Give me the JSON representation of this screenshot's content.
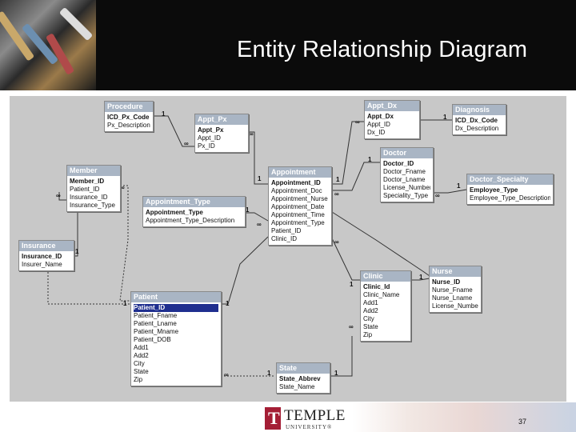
{
  "slide": {
    "title": "Entity Relationship Diagram",
    "page_number": "37"
  },
  "branding": {
    "university": "TEMPLE",
    "university_sub": "UNIVERSITY®",
    "logo_letter": "T",
    "logo_color": "#a41e35"
  },
  "colors": {
    "header_bg": "#0b0b0b",
    "canvas_bg": "#c8c8c8",
    "table_header": "#a9b5c4",
    "selection": "#1f2f8f"
  },
  "tables": {
    "procedure": {
      "name": "Procedure",
      "fields": [
        "ICD_Px_Code",
        "Px_Description"
      ]
    },
    "appt_px": {
      "name": "Appt_Px",
      "fields": [
        "Appt_Px",
        "Appt_ID",
        "Px_ID"
      ]
    },
    "appt_dx": {
      "name": "Appt_Dx",
      "fields": [
        "Appt_Dx",
        "Appt_ID",
        "Dx_ID"
      ]
    },
    "diagnosis": {
      "name": "Diagnosis",
      "fields": [
        "ICD_Dx_Code",
        "Dx_Description"
      ]
    },
    "member": {
      "name": "Member",
      "fields": [
        "Member_ID",
        "Patient_ID",
        "Insurance_ID",
        "Insurance_Type"
      ]
    },
    "appointment": {
      "name": "Appointment",
      "fields": [
        "Appointment_ID",
        "Appointment_Doc",
        "Appointment_Nurse",
        "Appointment_Date",
        "Appointment_Time",
        "Appointment_Type",
        "Patient_ID",
        "Clinic_ID"
      ]
    },
    "doctor": {
      "name": "Doctor",
      "fields": [
        "Doctor_ID",
        "Doctor_Fname",
        "Doctor_Lname",
        "License_Number",
        "Speciality_Type"
      ]
    },
    "doctor_specialty": {
      "name": "Doctor_Specialty",
      "fields": [
        "Employee_Type",
        "Employee_Type_Description"
      ]
    },
    "appointment_type": {
      "name": "Appointment_Type",
      "fields": [
        "Appointment_Type",
        "Appointment_Type_Description"
      ]
    },
    "insurance": {
      "name": "Insurance",
      "fields": [
        "Insurance_ID",
        "Insurer_Name"
      ]
    },
    "nurse": {
      "name": "Nurse",
      "fields": [
        "Nurse_ID",
        "Nurse_Fname",
        "Nurse_Lname",
        "License_Number"
      ]
    },
    "clinic": {
      "name": "Clinic",
      "fields": [
        "Clinic_Id",
        "Clinic_Name",
        "Add1",
        "Add2",
        "City",
        "State",
        "Zip"
      ]
    },
    "patient": {
      "name": "Patient",
      "fields": [
        "Patient_ID",
        "Patient_Fname",
        "Patient_Lname",
        "Patient_Mname",
        "Patient_DOB",
        "Add1",
        "Add2",
        "City",
        "State",
        "Zip"
      ]
    },
    "state": {
      "name": "State",
      "fields": [
        "State_Abbrev",
        "State_Name"
      ]
    }
  },
  "cardinality": {
    "one": "1",
    "many": "∞"
  }
}
